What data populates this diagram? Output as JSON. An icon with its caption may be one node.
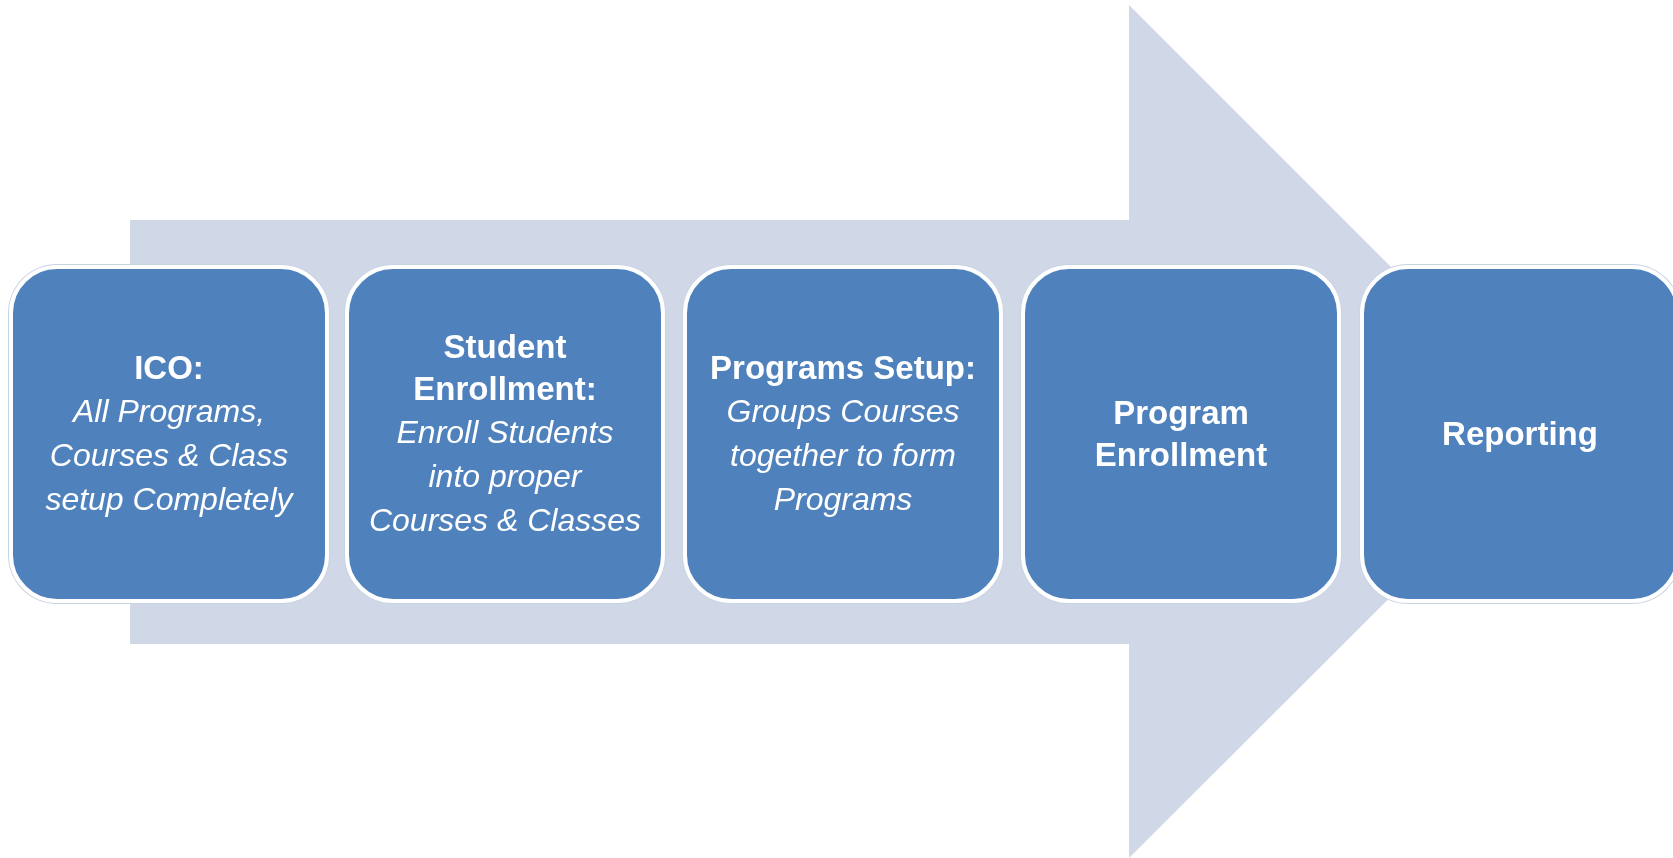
{
  "diagram": {
    "nodes": [
      {
        "text": [
          "ICO:",
          "All Programs, Courses & Class setup Completely"
        ]
      },
      {
        "text": [
          "Student Enrollment:",
          "Enroll Students into proper Courses & Classes"
        ]
      },
      {
        "text": [
          "Programs Setup:",
          "Groups Courses together to form Programs"
        ]
      },
      {
        "text": [
          "Program Enrollment"
        ]
      },
      {
        "text": [
          "Reporting"
        ]
      }
    ],
    "edges": [
      {
        "from": 0,
        "to": 4,
        "arrow": "to"
      }
    ]
  }
}
